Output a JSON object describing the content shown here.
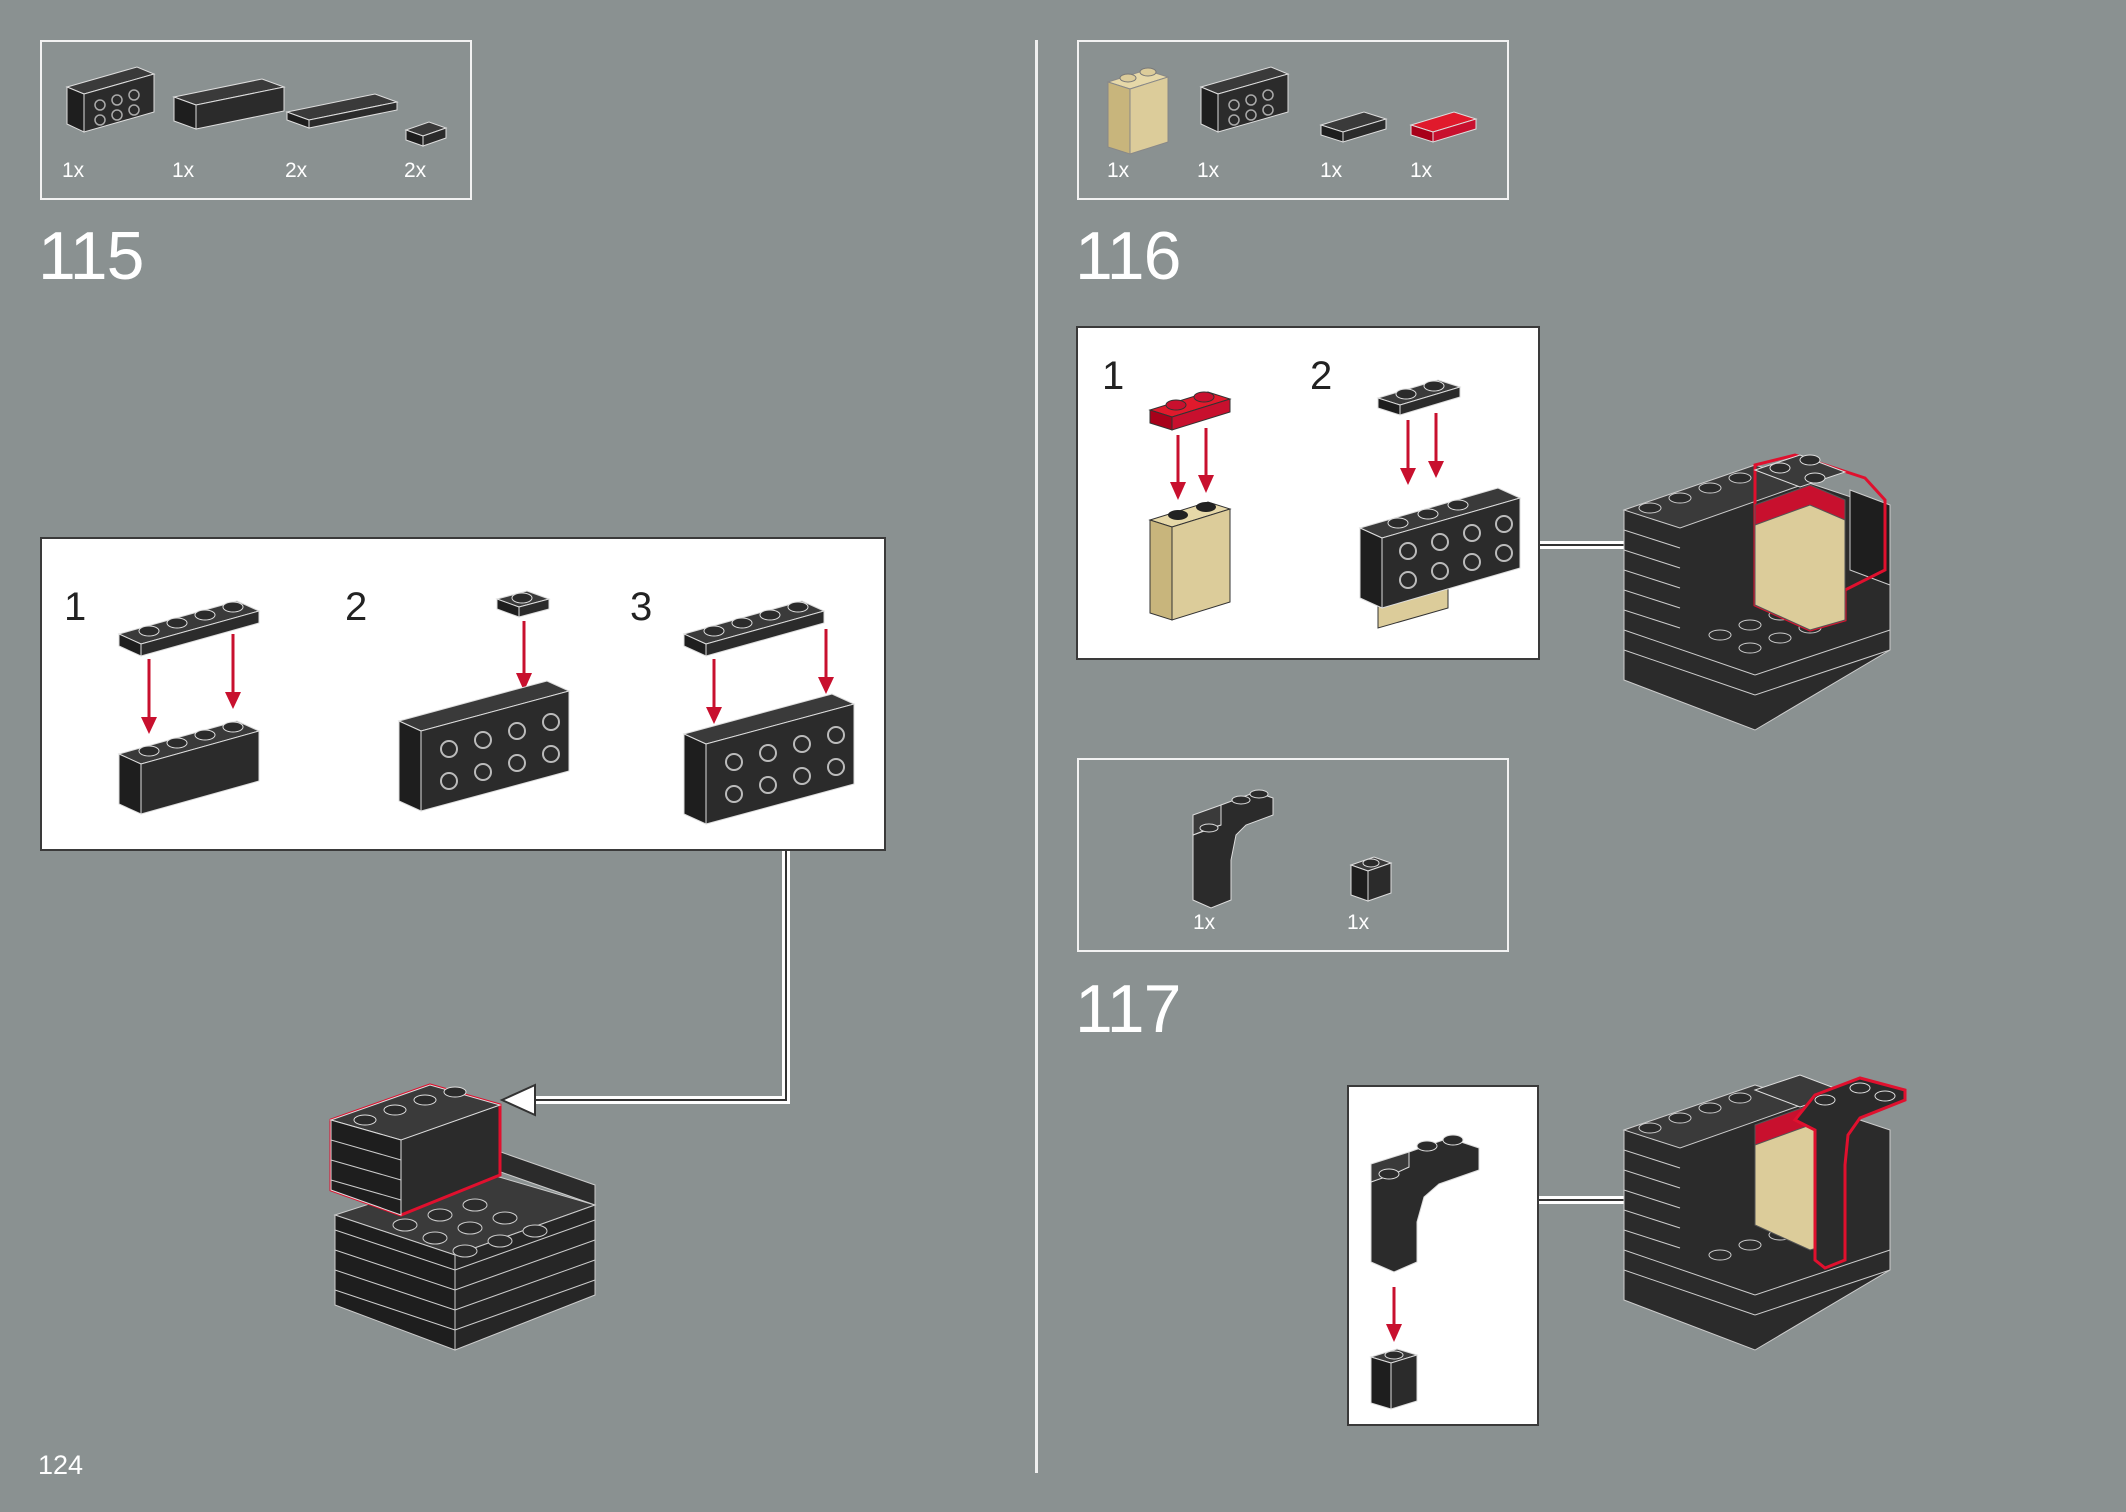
{
  "page": {
    "number": "124"
  },
  "steps": [
    {
      "number": "115",
      "parts": [
        {
          "qty": "1x",
          "name": "plate-bracket-icon"
        },
        {
          "qty": "1x",
          "name": "brick-1x4-icon"
        },
        {
          "qty": "2x",
          "name": "plate-1x4-icon"
        },
        {
          "qty": "2x",
          "name": "plate-1x1-icon"
        }
      ],
      "substeps": [
        "1",
        "2",
        "3"
      ]
    },
    {
      "number": "116",
      "parts": [
        {
          "qty": "1x",
          "name": "tan-brick-1x2x2-icon"
        },
        {
          "qty": "1x",
          "name": "plate-bracket-icon"
        },
        {
          "qty": "1x",
          "name": "plate-1x2-icon"
        },
        {
          "qty": "1x",
          "name": "red-plate-1x2-icon"
        }
      ],
      "substeps": [
        "1",
        "2"
      ]
    },
    {
      "number": "117",
      "parts": [
        {
          "qty": "1x",
          "name": "arch-brick-icon"
        },
        {
          "qty": "1x",
          "name": "brick-1x1-icon"
        }
      ]
    }
  ],
  "colors": {
    "background": "#8a9191",
    "dark": "#2b2b2b",
    "red": "#c8102e",
    "tan": "#dccc9a",
    "arrow_red": "#c8102e"
  }
}
